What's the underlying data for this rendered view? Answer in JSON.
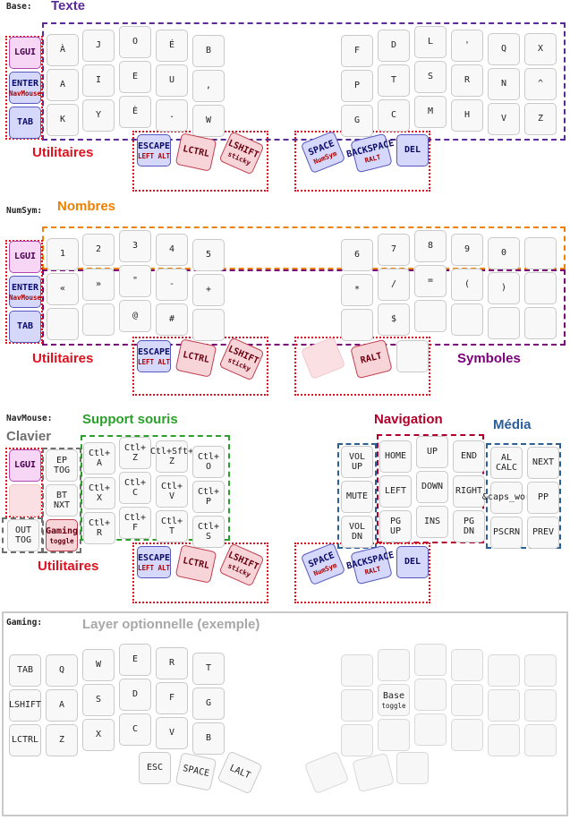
{
  "sections": {
    "base": "Base:",
    "numsym": "NumSym:",
    "navmouse": "NavMouse:",
    "gaming": "Gaming:"
  },
  "titles": {
    "texte": "Texte",
    "utilitaires": "Utilitaires",
    "nombres": "Nombres",
    "symboles": "Symboles",
    "clavier": "Clavier",
    "support_souris": "Support souris",
    "navigation": "Navigation",
    "media": "Média",
    "layer_opt": "Layer optionnelle (exemple)"
  },
  "colors": {
    "texte": "#5b2a99",
    "utilitaires": "#e0101e",
    "nombres": "#f08000",
    "symboles": "#7a0078",
    "clavier": "#707070",
    "support_souris": "#2aa02a",
    "navigation": "#b0002a",
    "media": "#2a5f9a",
    "layer_opt": "#a8a8a8"
  },
  "keys": {
    "lgui": "LGUI",
    "enter": "ENTER",
    "navmouse": "NavMouse",
    "tab": "TAB",
    "escape": "ESCAPE",
    "left_alt": "LEFT ALT",
    "lctrl": "LCTRL",
    "lshift": "LSHIFT",
    "sticky": "sticky",
    "space": "SPACE",
    "numsym": "NumSym",
    "backspace": "BACKSPACE",
    "ralt": "RALT",
    "del": "DEL",
    "a_grave": "À",
    "j": "J",
    "o": "O",
    "e_acute": "É",
    "b": "B",
    "a": "A",
    "i": "I",
    "e": "E",
    "u": "U",
    "comma": ",",
    "k": "K",
    "y": "Y",
    "e_grave": "È",
    "dot": ".",
    "w": "W",
    "f": "F",
    "d": "D",
    "l": "L",
    "apos": "'",
    "q": "Q",
    "x": "X",
    "p": "P",
    "t": "T",
    "s": "S",
    "r": "R",
    "n": "N",
    "caret": "^",
    "g": "G",
    "c": "C",
    "m": "M",
    "h": "H",
    "v": "V",
    "z": "Z",
    "n1": "1",
    "n2": "2",
    "n3": "3",
    "n4": "4",
    "n5": "5",
    "n6": "6",
    "n7": "7",
    "n8": "8",
    "n9": "9",
    "n0": "0",
    "laquo": "«",
    "raquo": "»",
    "dquote": "\"",
    "minus": "-",
    "plus": "+",
    "star": "*",
    "slash": "/",
    "equal": "=",
    "lparen": "(",
    "rparen": ")",
    "at": "@",
    "hash": "#",
    "dollar": "$",
    "ep_tog": "EP\nTOG",
    "bt_nxt": "BT\nNXT",
    "out_tog": "OUT\nTOG",
    "gaming": "Gaming",
    "toggle": "toggle",
    "ctl_a": "Ctl+\nA",
    "ctl_z": "Ctl+\nZ",
    "ctl_sft_z": "Ctl+Sft+\nZ",
    "ctl_o": "Ctl+\nO",
    "ctl_x": "Ctl+\nX",
    "ctl_c": "Ctl+\nC",
    "ctl_v": "Ctl+\nV",
    "ctl_p": "Ctl+\nP",
    "ctl_r": "Ctl+\nR",
    "ctl_f": "Ctl+\nF",
    "ctl_t": "Ctl+\nT",
    "ctl_s": "Ctl+\nS",
    "vol_up": "VOL\nUP",
    "mute": "MUTE",
    "vol_dn": "VOL\nDN",
    "home": "HOME",
    "up": "UP",
    "end": "END",
    "left": "LEFT",
    "down": "DOWN",
    "right": "RIGHT",
    "pg_up": "PG\nUP",
    "ins": "INS",
    "pg_dn": "PG\nDN",
    "al_calc": "AL\nCALC",
    "next": "NEXT",
    "caps_word": "&caps_wor",
    "pp": "PP",
    "pscrn": "PSCRN",
    "prev": "PREV",
    "esc": "ESC",
    "space_g": "SPACE",
    "lalt": "LALT",
    "base": "Base",
    "base_toggle": "toggle"
  }
}
